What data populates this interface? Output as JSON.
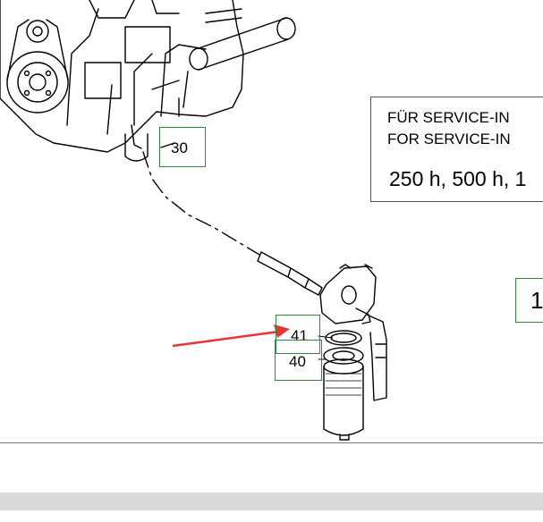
{
  "callouts": {
    "c30": "30",
    "c41": "41",
    "c40": "40",
    "c1": "1"
  },
  "service_box": {
    "line1": "FÜR SERVICE-IN",
    "line2": "FOR SERVICE-IN",
    "intervals": "250 h, 500 h, 1"
  },
  "colors": {
    "callout_border": "#2e8b3a",
    "arrow": "#ee3333",
    "scrollbar": "#d9d9d9"
  },
  "icons": {
    "annotation_arrow": "red-arrow-icon"
  }
}
